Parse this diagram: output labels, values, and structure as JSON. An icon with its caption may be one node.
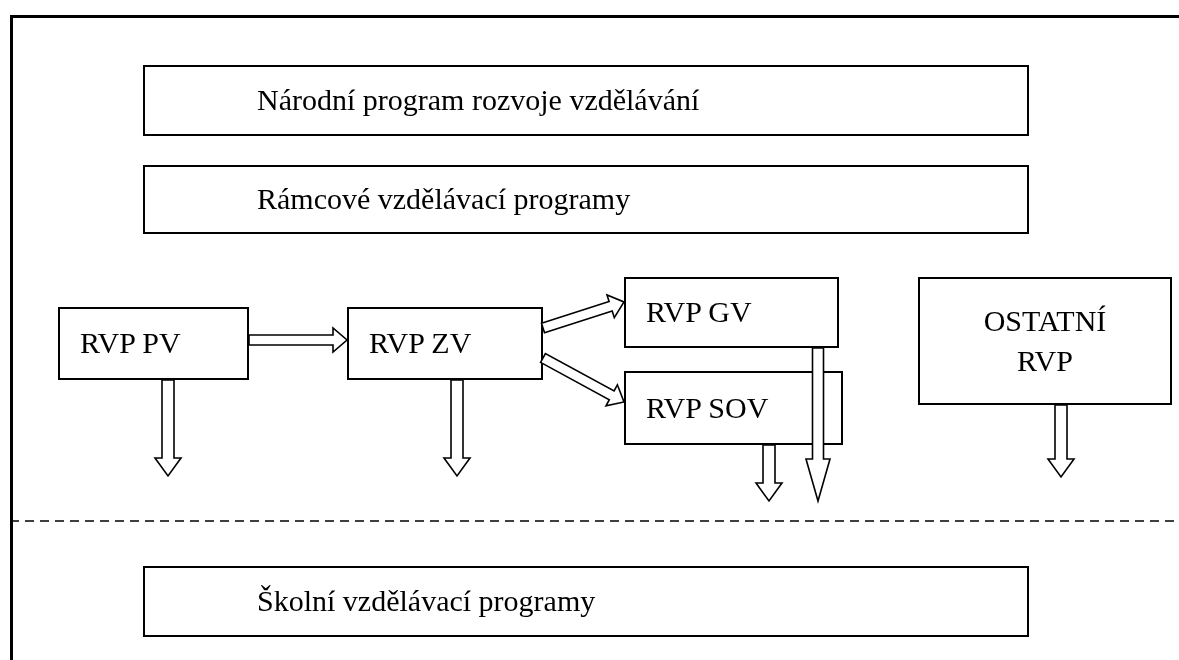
{
  "diagram": {
    "nodes": [
      {
        "text": [
          "Národní program rozvoje vzdělávání"
        ]
      },
      {
        "text": [
          "Rámcové vzdělávací programy"
        ]
      },
      {
        "text": [
          "RVP PV"
        ]
      },
      {
        "text": [
          "RVP ZV"
        ]
      },
      {
        "text": [
          "RVP GV"
        ]
      },
      {
        "text": [
          "RVP SOV"
        ]
      },
      {
        "text": [
          "OSTATNÍ RVP"
        ]
      },
      {
        "text": [
          "Školní vzdělávací programy"
        ]
      }
    ],
    "edges": [
      {
        "from": 2,
        "to": 3,
        "arrow": "to"
      },
      {
        "from": 3,
        "to": 4,
        "arrow": "to"
      },
      {
        "from": 3,
        "to": 5,
        "arrow": "to"
      },
      {
        "from": 2,
        "to": null,
        "arrow": "to"
      },
      {
        "from": 3,
        "to": null,
        "arrow": "to"
      },
      {
        "from": 5,
        "to": null,
        "arrow": "to"
      },
      {
        "from": 4,
        "to": null,
        "arrow": "to"
      },
      {
        "from": 6,
        "to": null,
        "arrow": "to"
      }
    ]
  }
}
